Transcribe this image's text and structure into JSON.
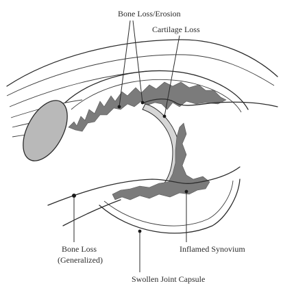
{
  "labels": {
    "bone_loss_erosion": "Bone Loss/Erosion",
    "cartilage_loss": "Cartilage Loss",
    "bone_loss_generalized_line1": "Bone Loss",
    "bone_loss_generalized_line2": "(Generalized)",
    "inflamed_synovium": "Inflamed Synovium",
    "swollen_joint_capsule": "Swollen Joint Capsule"
  },
  "colors": {
    "line": "#2a2a2a",
    "synovium": "#7b7b7b",
    "cartilage": "#d6d6d6",
    "sesamoid": "#b9b9b9"
  }
}
